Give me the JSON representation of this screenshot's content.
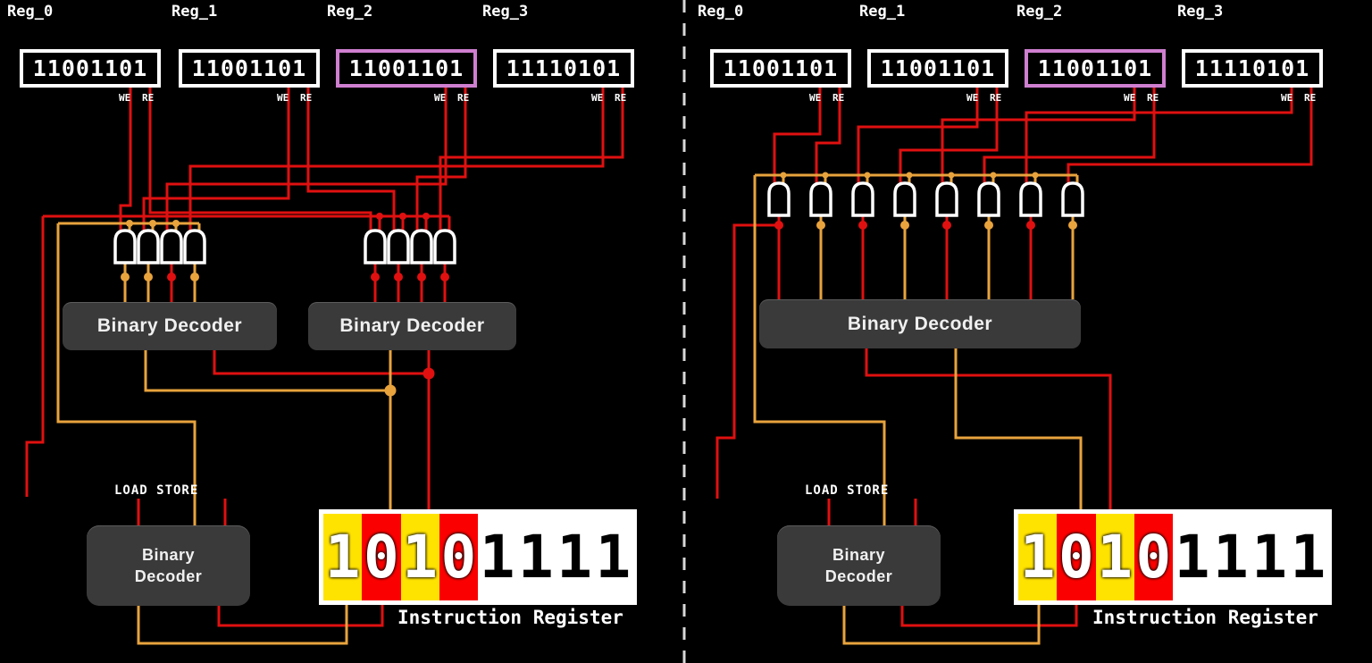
{
  "colors": {
    "background": "#000000",
    "wire_red": "#e01010",
    "wire_orange": "#e8a33d",
    "register_border": "#ffffff",
    "selected_register_border": "#cf7fd0",
    "decoder_fill": "#3a3a3a",
    "gate_stroke": "#ffffff",
    "ir_bit_yellow": "#ffe300",
    "ir_bit_red": "#fb0000"
  },
  "panels": [
    {
      "side": "left",
      "pin_we": "WE",
      "pin_re": "RE",
      "and_gate_count": 8,
      "registers": [
        {
          "name": "Reg_0",
          "value": "11001101",
          "highlighted": false
        },
        {
          "name": "Reg_1",
          "value": "11001101",
          "highlighted": false
        },
        {
          "name": "Reg_2",
          "value": "11001101",
          "highlighted": true
        },
        {
          "name": "Reg_3",
          "value": "11110101",
          "highlighted": false
        }
      ],
      "decoder_labels": [
        "Binary Decoder",
        "Binary Decoder"
      ],
      "load_store_label": "LOAD STORE",
      "lower_decoder": [
        "Binary",
        "Decoder"
      ],
      "instruction_register": {
        "value": "10101111",
        "digits": [
          {
            "char": "1",
            "bg": "yellow"
          },
          {
            "char": "0",
            "bg": "red"
          },
          {
            "char": "1",
            "bg": "yellow"
          },
          {
            "char": "0",
            "bg": "red"
          },
          {
            "char": "1",
            "bg": "white"
          },
          {
            "char": "1",
            "bg": "white"
          },
          {
            "char": "1",
            "bg": "white"
          },
          {
            "char": "1",
            "bg": "white"
          }
        ],
        "label": "Instruction Register"
      }
    },
    {
      "side": "right",
      "pin_we": "WE",
      "pin_re": "RE",
      "and_gate_count": 8,
      "registers": [
        {
          "name": "Reg_0",
          "value": "11001101",
          "highlighted": false
        },
        {
          "name": "Reg_1",
          "value": "11001101",
          "highlighted": false
        },
        {
          "name": "Reg_2",
          "value": "11001101",
          "highlighted": true
        },
        {
          "name": "Reg_3",
          "value": "11110101",
          "highlighted": false
        }
      ],
      "decoder_labels": [
        "Binary Decoder"
      ],
      "load_store_label": "LOAD STORE",
      "lower_decoder": [
        "Binary",
        "Decoder"
      ],
      "instruction_register": {
        "value": "10101111",
        "digits": [
          {
            "char": "1",
            "bg": "yellow"
          },
          {
            "char": "0",
            "bg": "red"
          },
          {
            "char": "1",
            "bg": "yellow"
          },
          {
            "char": "0",
            "bg": "red"
          },
          {
            "char": "1",
            "bg": "white"
          },
          {
            "char": "1",
            "bg": "white"
          },
          {
            "char": "1",
            "bg": "white"
          },
          {
            "char": "1",
            "bg": "white"
          }
        ],
        "label": "Instruction Register"
      }
    }
  ]
}
